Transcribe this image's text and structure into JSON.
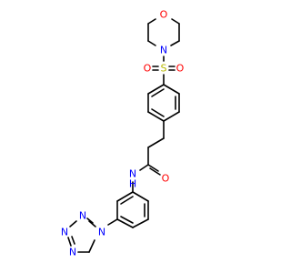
{
  "colors": {
    "bond": "#000000",
    "N": "#0000ff",
    "O": "#ff0000",
    "S": "#b8b800"
  },
  "atoms": [
    {
      "element": "O",
      "label": "O",
      "color": "#ff0000"
    },
    {
      "element": "N",
      "label": "N",
      "color": "#0000ff"
    },
    {
      "element": "S",
      "label": "S",
      "color": "#b8b800"
    },
    {
      "element": "O",
      "label": "O",
      "color": "#ff0000"
    },
    {
      "element": "O",
      "label": "O",
      "color": "#ff0000"
    },
    {
      "element": "O",
      "label": "O",
      "color": "#ff0000"
    },
    {
      "element": "N",
      "label": "N",
      "color": "#0000ff"
    },
    {
      "element": "H",
      "label": "H",
      "color": "#0000ff"
    },
    {
      "element": "N",
      "label": "N",
      "color": "#0000ff"
    },
    {
      "element": "N",
      "label": "N",
      "color": "#0000ff"
    },
    {
      "element": "N",
      "label": "N",
      "color": "#0000ff"
    },
    {
      "element": "N",
      "label": "N",
      "color": "#0000ff"
    }
  ]
}
